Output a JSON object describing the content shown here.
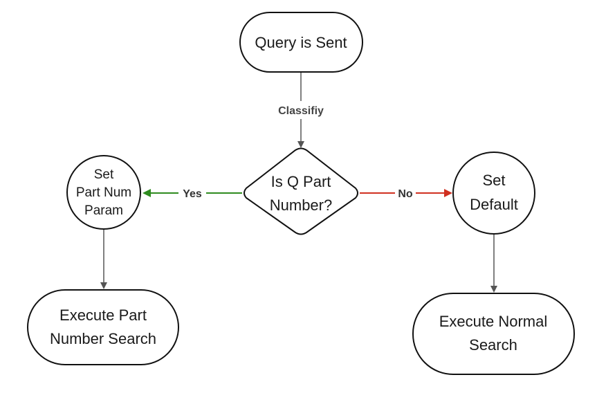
{
  "nodes": {
    "query_sent": {
      "label": "Query is Sent"
    },
    "is_part_number": {
      "line1": "Is Q Part",
      "line2": "Number?"
    },
    "set_part_num_param": {
      "line1": "Set",
      "line2": "Part Num",
      "line3": "Param"
    },
    "set_default": {
      "line1": "Set",
      "line2": "Default"
    },
    "execute_part_number_search": {
      "line1": "Execute Part",
      "line2": "Number Search"
    },
    "execute_normal_search": {
      "line1": "Execute Normal",
      "line2": "Search"
    }
  },
  "edges": {
    "classify": {
      "label": "Classifiy",
      "color": "#555555"
    },
    "yes": {
      "label": "Yes",
      "color": "#2e8b1f"
    },
    "no": {
      "label": "No",
      "color": "#d03020"
    }
  },
  "colors": {
    "stroke": "#111111",
    "neutral_edge": "#555555"
  }
}
